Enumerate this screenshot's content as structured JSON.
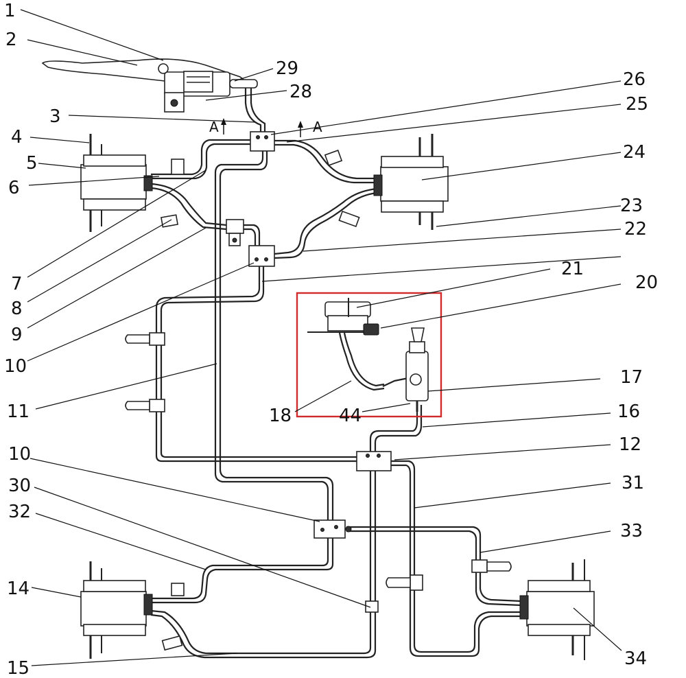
{
  "diagram": {
    "section_marks": [
      "A",
      "A"
    ],
    "labels": [
      {
        "id": "1",
        "text": "1"
      },
      {
        "id": "2",
        "text": "2"
      },
      {
        "id": "3",
        "text": "3"
      },
      {
        "id": "4",
        "text": "4"
      },
      {
        "id": "5",
        "text": "5"
      },
      {
        "id": "6",
        "text": "6"
      },
      {
        "id": "7",
        "text": "7"
      },
      {
        "id": "8",
        "text": "8"
      },
      {
        "id": "9",
        "text": "9"
      },
      {
        "id": "10a",
        "text": "10"
      },
      {
        "id": "11",
        "text": "11"
      },
      {
        "id": "10b",
        "text": "10"
      },
      {
        "id": "30",
        "text": "30"
      },
      {
        "id": "32",
        "text": "32"
      },
      {
        "id": "14",
        "text": "14"
      },
      {
        "id": "15",
        "text": "15"
      },
      {
        "id": "29",
        "text": "29"
      },
      {
        "id": "28",
        "text": "28"
      },
      {
        "id": "26",
        "text": "26"
      },
      {
        "id": "25",
        "text": "25"
      },
      {
        "id": "24",
        "text": "24"
      },
      {
        "id": "23",
        "text": "23"
      },
      {
        "id": "22",
        "text": "22"
      },
      {
        "id": "21",
        "text": "21"
      },
      {
        "id": "20",
        "text": "20"
      },
      {
        "id": "17",
        "text": "17"
      },
      {
        "id": "18",
        "text": "18"
      },
      {
        "id": "44",
        "text": "44"
      },
      {
        "id": "16",
        "text": "16"
      },
      {
        "id": "12",
        "text": "12"
      },
      {
        "id": "31",
        "text": "31"
      },
      {
        "id": "33",
        "text": "33"
      },
      {
        "id": "34",
        "text": "34"
      }
    ]
  }
}
